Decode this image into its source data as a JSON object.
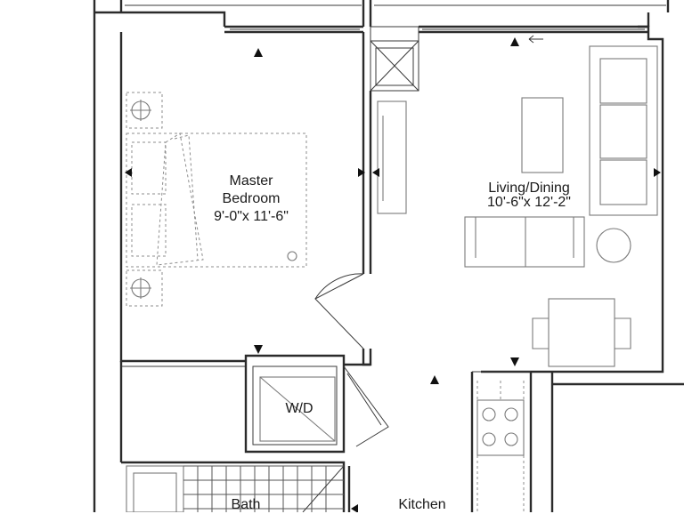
{
  "rooms": {
    "master_bedroom": {
      "name_line1": "Master",
      "name_line2": "Bedroom",
      "dims": "9'-0\"x 11'-6\""
    },
    "living_dining": {
      "name": "Living/Dining",
      "dims": "10'-6\"x 12'-2\""
    },
    "wd": {
      "name": "W/D"
    },
    "bath": {
      "name": "Bath"
    },
    "kitchen": {
      "name": "Kitchen"
    }
  }
}
